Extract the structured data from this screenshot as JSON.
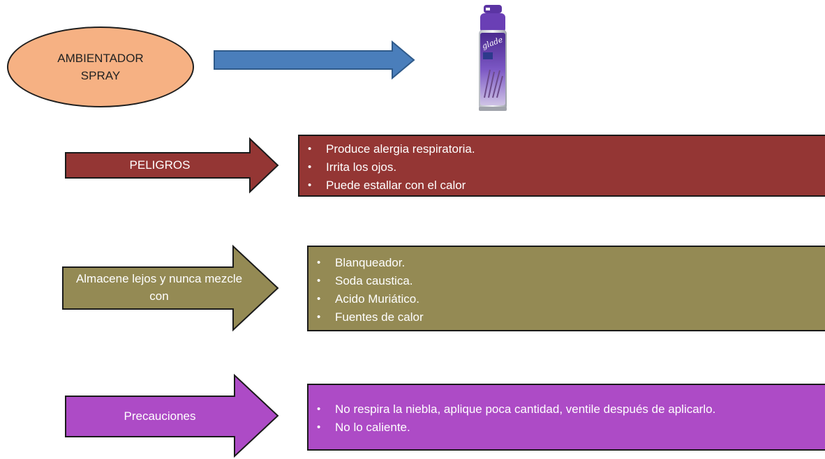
{
  "title_node": {
    "label": "AMBIENTADOR\nSPRAY"
  },
  "product_image": {
    "icon": "air-freshener-spray-can-icon",
    "brand_text": "glade"
  },
  "rows": [
    {
      "arrow_label": "PELIGROS",
      "color": "#943634",
      "items": [
        "Produce alergia respiratoria.",
        "Irrita los ojos.",
        "Puede estallar con el calor"
      ]
    },
    {
      "arrow_label": "Almacene lejos y nunca mezcle con",
      "color": "#948A54",
      "items": [
        "Blanqueador.",
        "Soda caustica.",
        "Acido Muriático.",
        "Fuentes de calor"
      ]
    },
    {
      "arrow_label": "Precauciones",
      "color": "#AD4BC6",
      "items": [
        "No respira la niebla, aplique poca cantidad, ventile después de aplicarlo.",
        "No lo caliente."
      ]
    }
  ],
  "colors": {
    "oval_fill": "#F6B183",
    "top_arrow_fill": "#4A7EBB",
    "outline": "#1a1a1a"
  }
}
